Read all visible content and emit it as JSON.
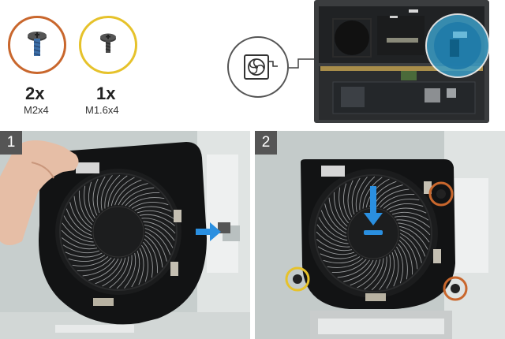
{
  "screws": [
    {
      "quantity": "2x",
      "size": "M2x4",
      "ring_color": "#c9672d"
    },
    {
      "quantity": "1x",
      "size": "M1.6x4",
      "ring_color": "#e6c22b"
    }
  ],
  "callout": {
    "icon": "fan-icon"
  },
  "steps": [
    {
      "number": "1",
      "image": "fan-removal-photo"
    },
    {
      "number": "2",
      "image": "fan-placement-photo"
    }
  ],
  "colors": {
    "arrow": "#2a8fe0",
    "screw_orange": "#c9672d",
    "screw_yellow": "#e6c22b",
    "step_badge": "#555555",
    "highlight": "#55c6e8"
  }
}
